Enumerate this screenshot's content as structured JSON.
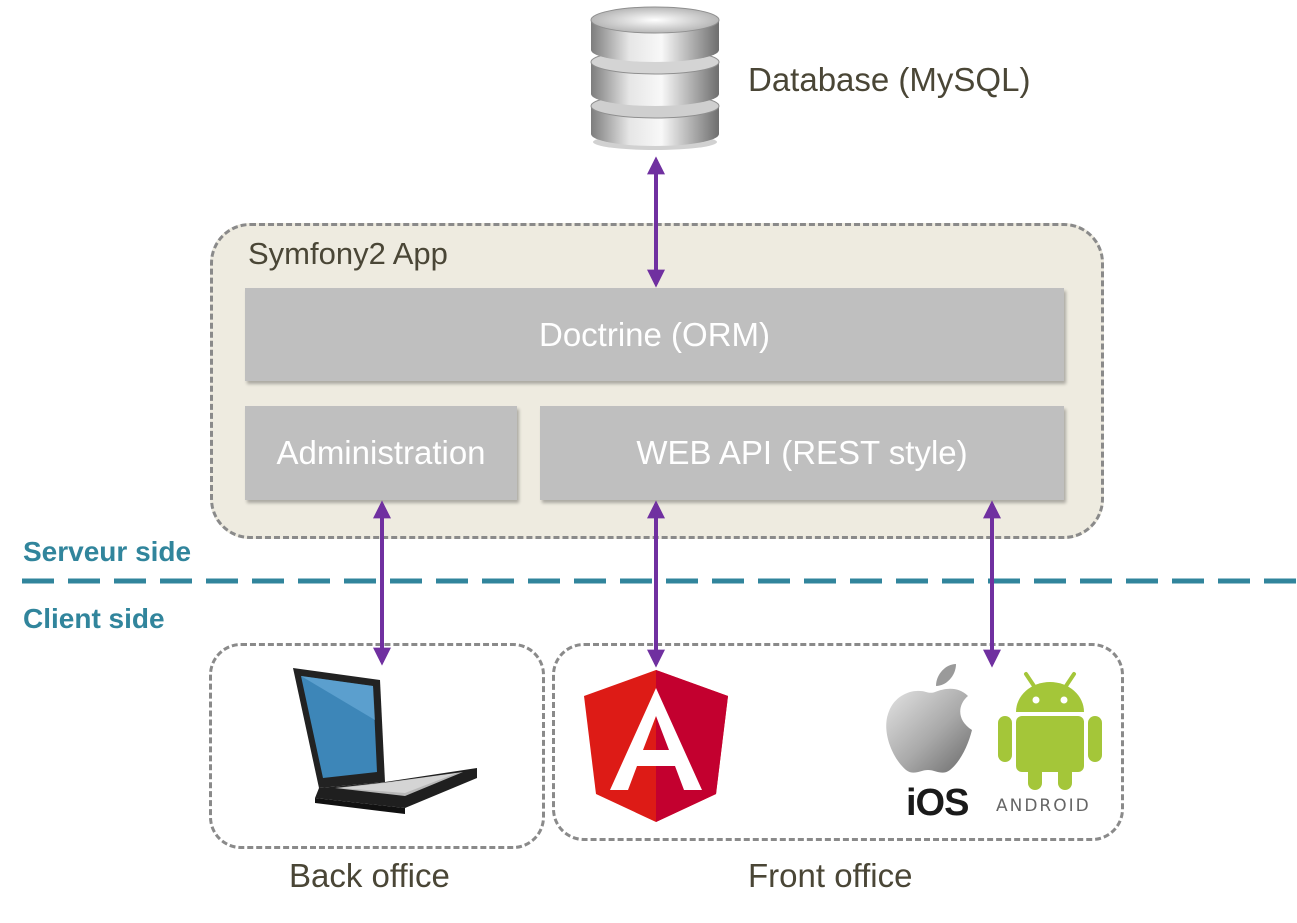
{
  "database": {
    "label": "Database (MySQL)",
    "icon": "database-icon"
  },
  "app": {
    "title": "Symfony2 App",
    "layers": {
      "doctrine": "Doctrine (ORM)",
      "administration": "Administration",
      "webapi": "WEB API (REST style)"
    }
  },
  "sides": {
    "server": "Serveur side",
    "client": "Client side"
  },
  "clients": {
    "back_office": {
      "label": "Back office",
      "icon": "laptop-icon"
    },
    "front_office": {
      "label": "Front office",
      "icons": [
        "angular-logo-icon",
        "apple-ios-logo-icon",
        "android-logo-icon"
      ],
      "ios_text": "iOS",
      "android_text": "ANDROID"
    }
  },
  "colors": {
    "arrow": "#7030a0",
    "divider": "#31859c",
    "app_bg": "#eeebe0",
    "block_bg": "#bfbfbf",
    "angular_red": "#dd1b16",
    "android_green": "#a4c639"
  }
}
